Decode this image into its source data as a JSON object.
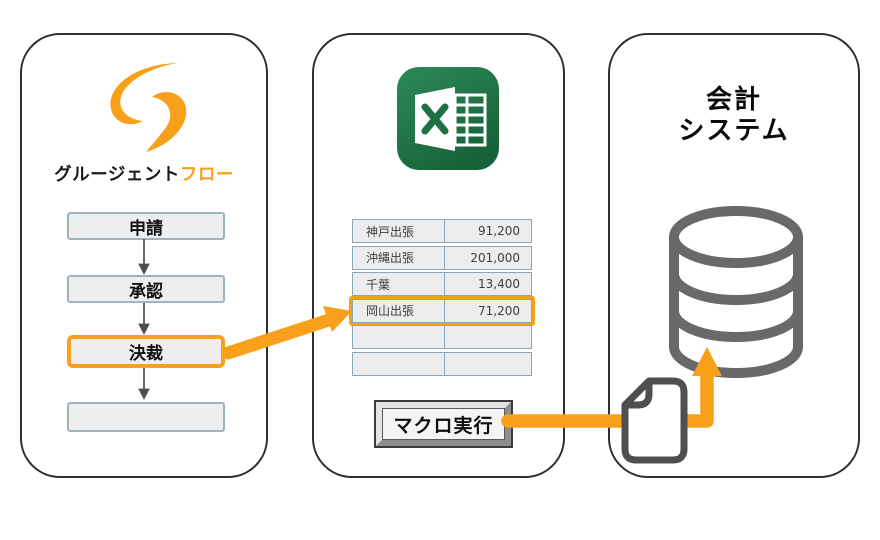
{
  "palette": {
    "orange": "#F9A01B",
    "panel_border": "#2e2e2e",
    "flow_box_border": "#9fb4c1",
    "table_border": "#8fa5b3",
    "excel_green": "#1F7145",
    "database_gray": "#696969",
    "document_gray": "#4f4f4f"
  },
  "left_panel": {
    "logo": "gluegent-flow-swoosh",
    "brand_black": "グルージェント",
    "brand_orange": "フロー",
    "flow_steps": [
      {
        "label": "申請",
        "highlighted": false
      },
      {
        "label": "承認",
        "highlighted": false
      },
      {
        "label": "決裁",
        "highlighted": true
      },
      {
        "label": "",
        "highlighted": false
      }
    ]
  },
  "middle_panel": {
    "app_icon": "excel-icon",
    "table": {
      "highlighted_row_index": 3,
      "rows": [
        {
          "item": "神戸出張",
          "amount": "91,200"
        },
        {
          "item": "沖縄出張",
          "amount": "201,000"
        },
        {
          "item": "千葉",
          "amount": "13,400"
        },
        {
          "item": "岡山出張",
          "amount": "71,200"
        },
        {
          "item": "",
          "amount": ""
        },
        {
          "item": "",
          "amount": ""
        }
      ]
    },
    "macro_button_label": "マクロ実行"
  },
  "right_panel": {
    "title_line1": "会計",
    "title_line2": "システム",
    "icons": [
      "database-icon",
      "document-icon"
    ]
  }
}
